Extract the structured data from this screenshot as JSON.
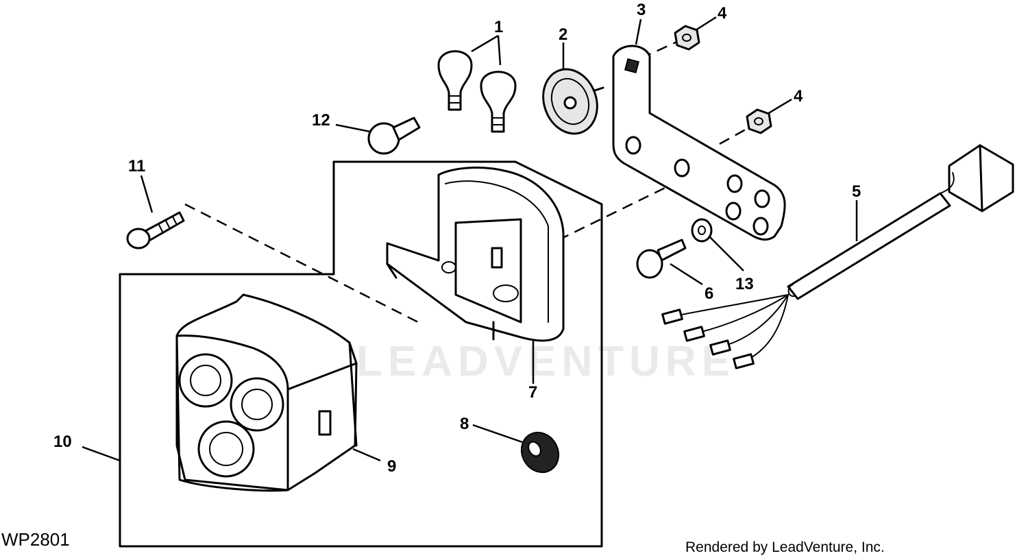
{
  "diagram": {
    "figure_id": "WP2801",
    "credit": "Rendered by LeadVenture, Inc.",
    "watermark": "LEADVENTURE",
    "callouts": [
      {
        "id": "c1",
        "label": "1"
      },
      {
        "id": "c2",
        "label": "2"
      },
      {
        "id": "c3",
        "label": "3"
      },
      {
        "id": "c4a",
        "label": "4"
      },
      {
        "id": "c4b",
        "label": "4"
      },
      {
        "id": "c5",
        "label": "5"
      },
      {
        "id": "c6",
        "label": "6"
      },
      {
        "id": "c7",
        "label": "7"
      },
      {
        "id": "c8",
        "label": "8"
      },
      {
        "id": "c9",
        "label": "9"
      },
      {
        "id": "c10",
        "label": "10"
      },
      {
        "id": "c11",
        "label": "11"
      },
      {
        "id": "c12",
        "label": "12"
      },
      {
        "id": "c13",
        "label": "13"
      }
    ]
  }
}
